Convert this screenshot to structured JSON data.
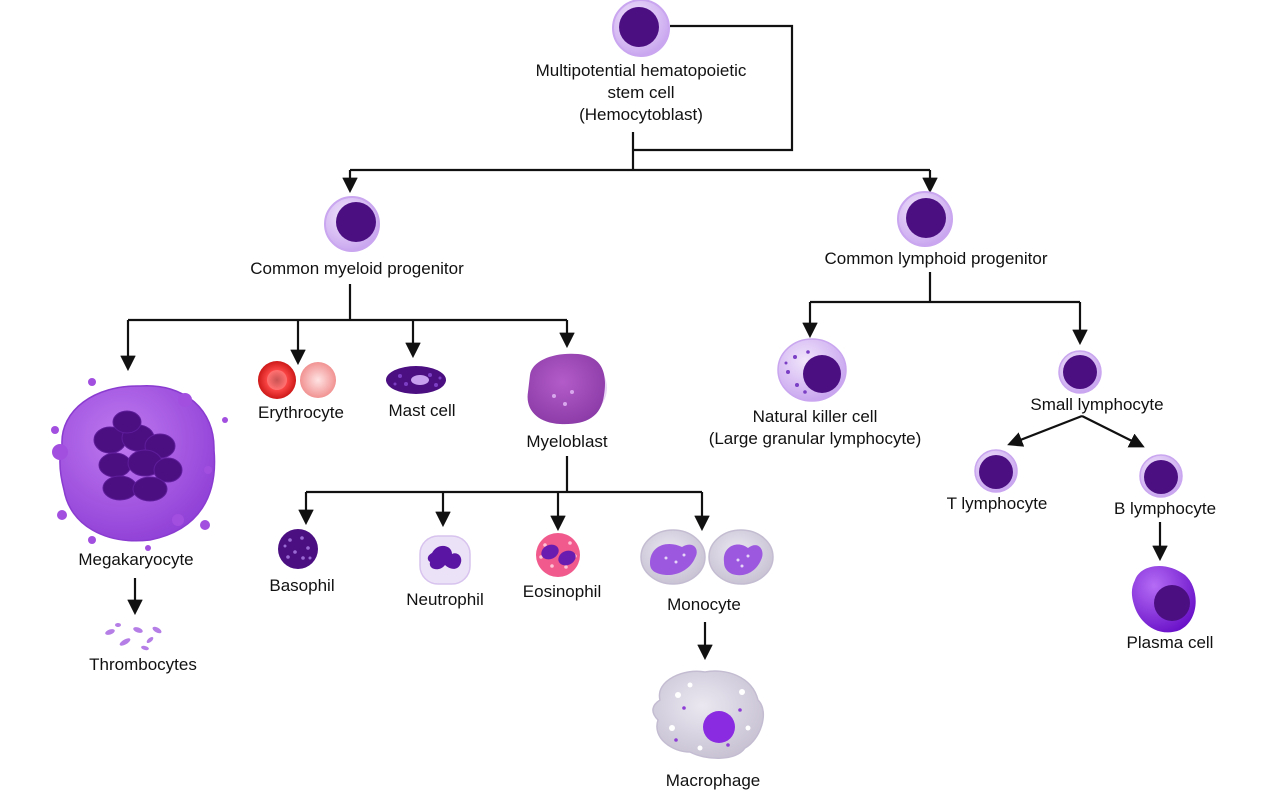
{
  "diagram": {
    "stem_cell": {
      "label_lines": [
        "Multipotential hematopoietic",
        "stem cell",
        "(Hemocytoblast)"
      ],
      "icon": "stem-cell"
    },
    "myeloid_progenitor": {
      "label": "Common myeloid progenitor",
      "icon": "progenitor-cell"
    },
    "lymphoid_progenitor": {
      "label": "Common lymphoid progenitor",
      "icon": "progenitor-cell"
    },
    "megakaryocyte": {
      "label": "Megakaryocyte",
      "icon": "megakaryocyte"
    },
    "thrombocytes": {
      "label": "Thrombocytes",
      "icon": "platelets"
    },
    "erythrocyte": {
      "label": "Erythrocyte",
      "icon": "red-blood-cell"
    },
    "mast_cell": {
      "label": "Mast cell",
      "icon": "mast-cell"
    },
    "myeloblast": {
      "label": "Myeloblast",
      "icon": "myeloblast"
    },
    "basophil": {
      "label": "Basophil",
      "icon": "basophil"
    },
    "neutrophil": {
      "label": "Neutrophil",
      "icon": "neutrophil"
    },
    "eosinophil": {
      "label": "Eosinophil",
      "icon": "eosinophil"
    },
    "monocyte": {
      "label": "Monocyte",
      "icon": "monocyte"
    },
    "macrophage": {
      "label": "Macrophage",
      "icon": "macrophage"
    },
    "nk_cell": {
      "label_lines": [
        "Natural killer cell",
        "(Large granular lymphocyte)"
      ],
      "icon": "nk-cell"
    },
    "small_lymphocyte": {
      "label": "Small lymphocyte",
      "icon": "lymphocyte"
    },
    "t_lymphocyte": {
      "label": "T lymphocyte",
      "icon": "lymphocyte"
    },
    "b_lymphocyte": {
      "label": "B lymphocyte",
      "icon": "lymphocyte"
    },
    "plasma_cell": {
      "label": "Plasma cell",
      "icon": "plasma-cell"
    }
  },
  "colors": {
    "nucleus": "#4b0f82",
    "cytoplasm_light": "#d6b9f2",
    "cytoplasm_mid": "#b57ee6",
    "megakaryocyte_body": "#a24fe0",
    "erythrocyte_red": "#d81b1b",
    "eosinophil_pink": "#f05a8c",
    "macrophage_gray": "#d5d0de",
    "connector": "#111111"
  }
}
